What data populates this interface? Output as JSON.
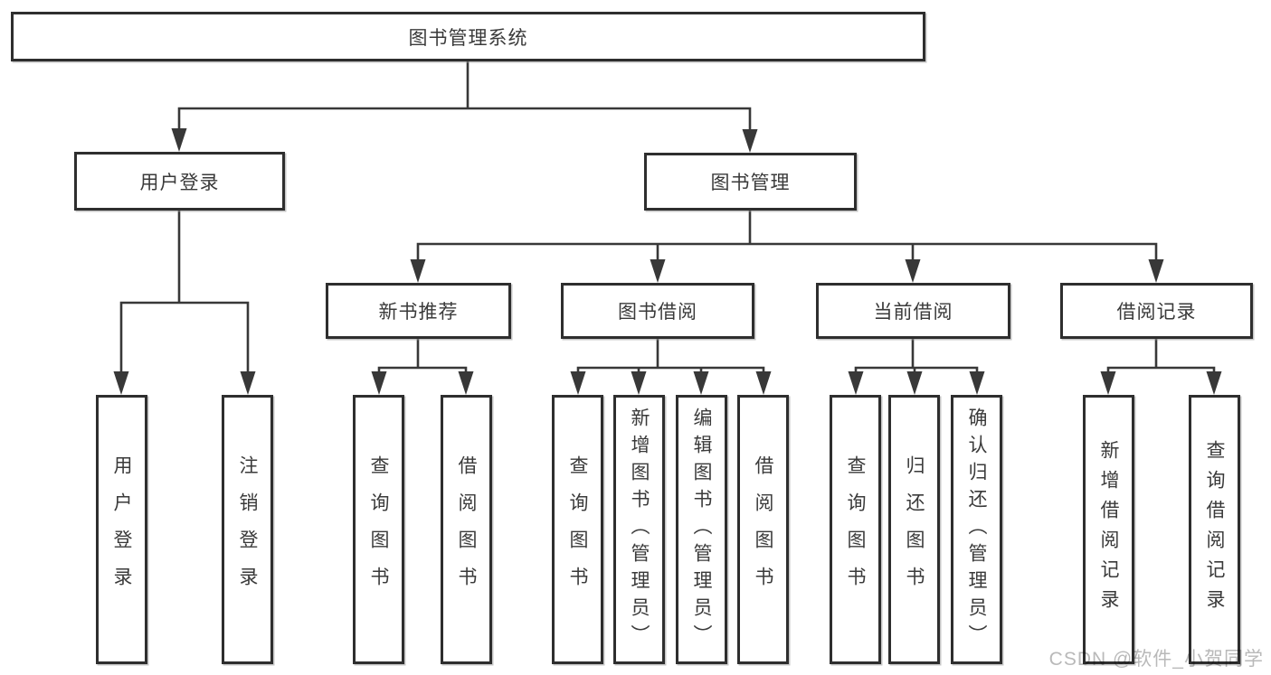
{
  "diagram": {
    "type": "hierarchy-tree",
    "colors": {
      "background": "#ffffff",
      "line": "#383838",
      "box_border": "#2e2e2e",
      "text": "#3a3a3a",
      "watermark": "#b9b9b9"
    },
    "tree": {
      "root": {
        "label": "图书管理系统",
        "children": [
          {
            "label": "用户登录",
            "children": [
              {
                "label": "用户登录"
              },
              {
                "label": "注销登录"
              }
            ]
          },
          {
            "label": "图书管理",
            "children": [
              {
                "label": "新书推荐",
                "children": [
                  {
                    "label": "查询图书"
                  },
                  {
                    "label": "借阅图书"
                  }
                ]
              },
              {
                "label": "图书借阅",
                "children": [
                  {
                    "label": "查询图书"
                  },
                  {
                    "label": "新增图书（管理员）"
                  },
                  {
                    "label": "编辑图书（管理员）"
                  },
                  {
                    "label": "借阅图书"
                  }
                ]
              },
              {
                "label": "当前借阅",
                "children": [
                  {
                    "label": "查询图书"
                  },
                  {
                    "label": "归还图书"
                  },
                  {
                    "label": "确认归还（管理员）"
                  }
                ]
              },
              {
                "label": "借阅记录",
                "children": [
                  {
                    "label": "新增借阅记录"
                  },
                  {
                    "label": "查询借阅记录"
                  }
                ]
              }
            ]
          }
        ]
      }
    },
    "watermark": {
      "text": "CSDN @软件_小贺同学"
    }
  }
}
